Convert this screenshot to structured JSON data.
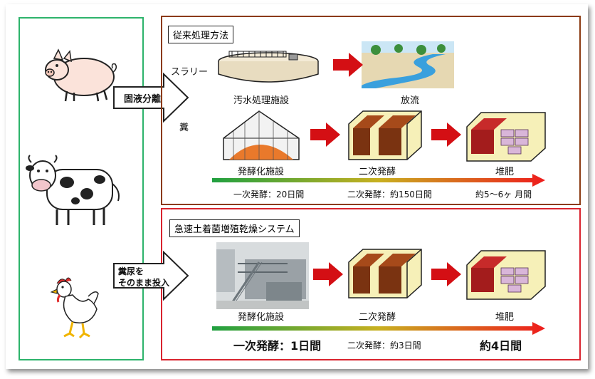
{
  "traditional": {
    "title": "従来処理方法",
    "slurry": "スラリー",
    "feces": "糞",
    "wastewater_facility": "汚水処理施設",
    "discharge": "放流",
    "fermentation_facility": "発酵化施設",
    "secondary_fermentation": "二次発酵",
    "compost": "堆肥",
    "primary_days": "一次発酵：20日間",
    "secondary_days": "二次発酵：約150日間",
    "total": "約5～6ヶ 月間"
  },
  "separation_arrow": "固液分離",
  "rapid": {
    "title": "急速土着菌増殖乾燥システム",
    "input_line1": "糞尿を",
    "input_line2": "そのまま投入",
    "fermentation_facility": "発酵化施設",
    "secondary_fermentation": "二次発酵",
    "compost": "堆肥",
    "primary_days": "一次発酵：1日間",
    "secondary_days": "二次発酵：約3日間",
    "total": "約4日間"
  },
  "colors": {
    "green_border": "#2db36b",
    "brown_border": "#8b3a12",
    "red_border": "#d9232e",
    "red_arrow": "#d40f14",
    "gradient_start": "#20a040",
    "gradient_end": "#ee1c1c"
  }
}
